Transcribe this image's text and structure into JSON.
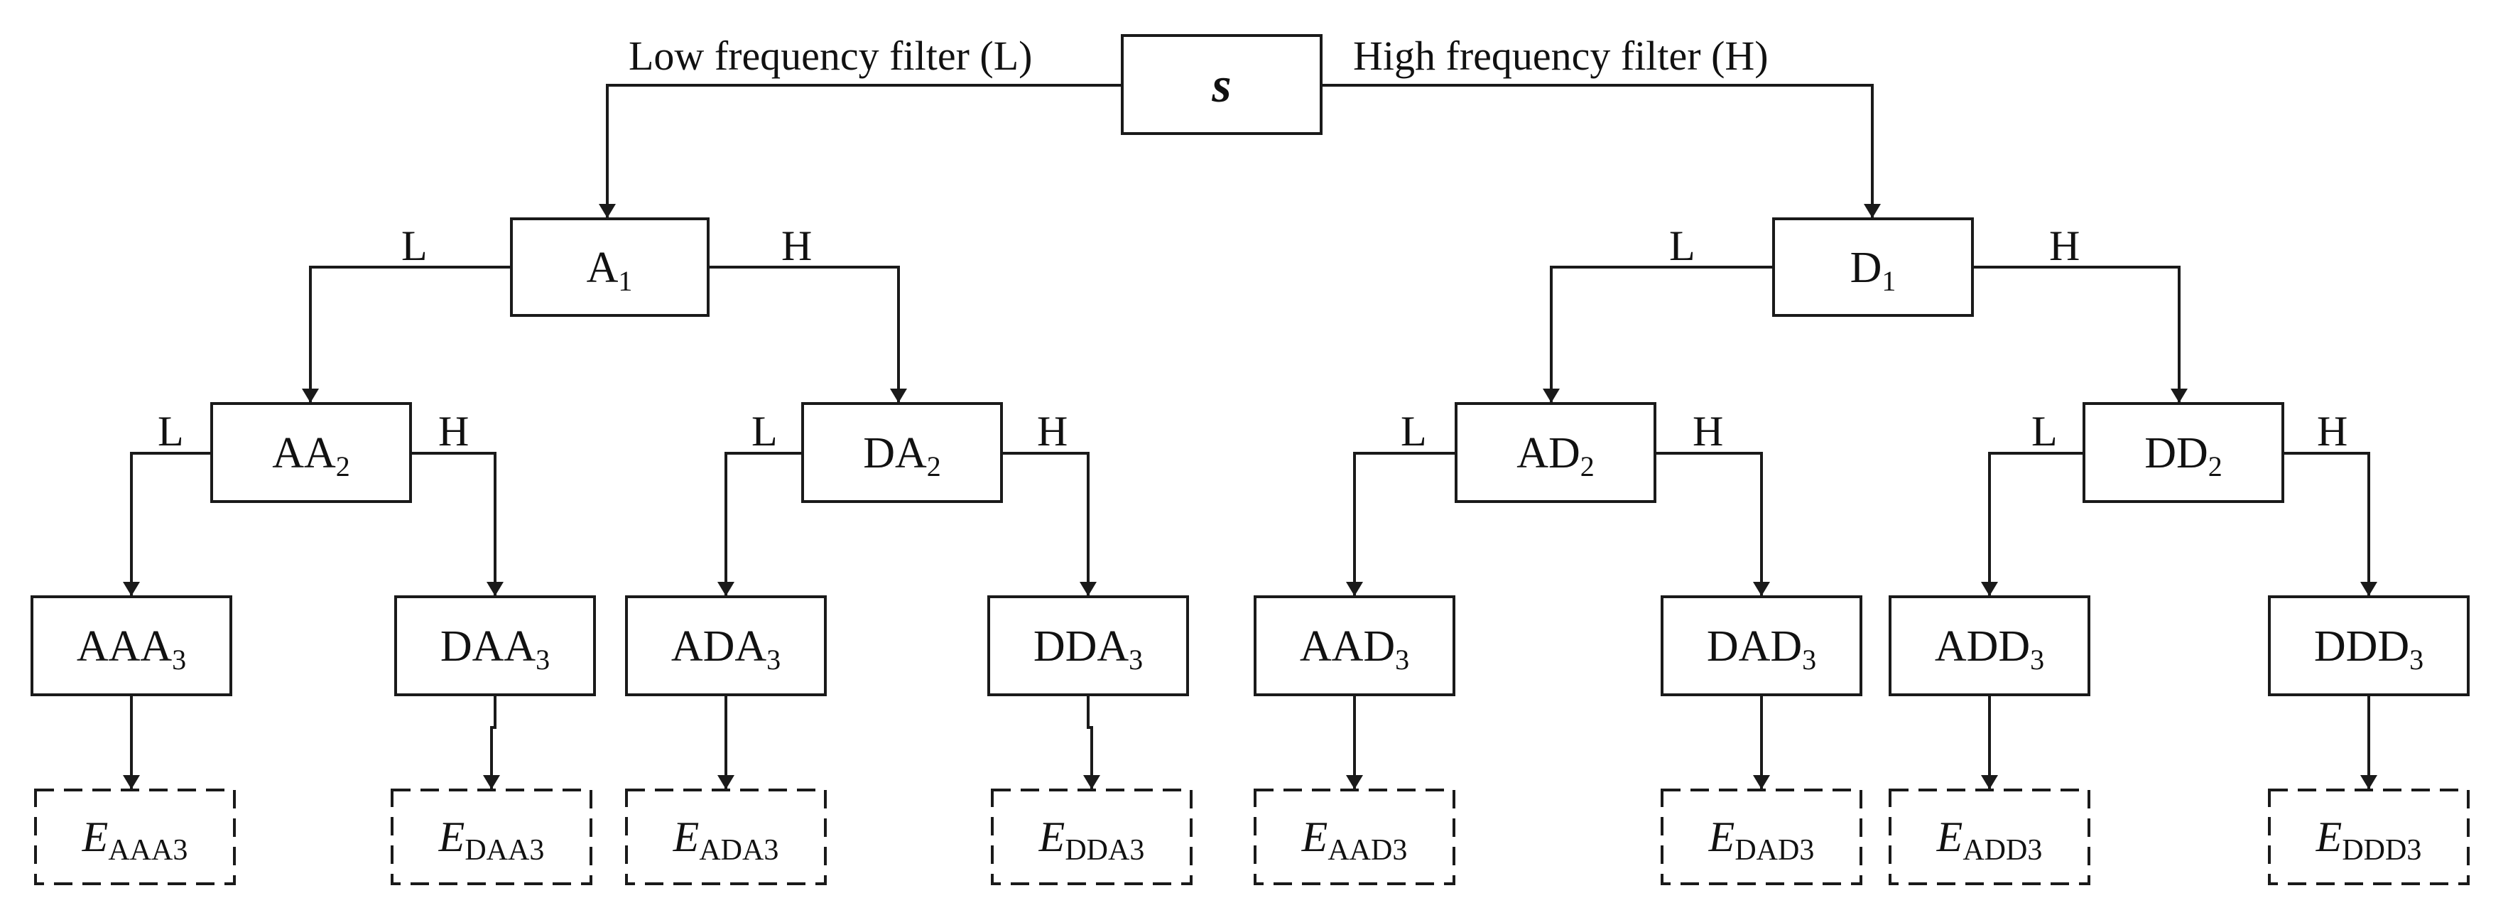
{
  "labels": {
    "root_left": "Low frequency filter (L)",
    "root_right": "High frequency filter (H)",
    "low": "L",
    "high": "H"
  },
  "nodes": {
    "root": {
      "text": "s"
    },
    "A1": {
      "base": "A",
      "sub": "1"
    },
    "D1": {
      "base": "D",
      "sub": "1"
    },
    "AA2": {
      "base": "AA",
      "sub": "2"
    },
    "DA2": {
      "base": "DA",
      "sub": "2"
    },
    "AD2": {
      "base": "AD",
      "sub": "2"
    },
    "DD2": {
      "base": "DD",
      "sub": "2"
    },
    "AAA3": {
      "base": "AAA",
      "sub": "3"
    },
    "DAA3": {
      "base": "DAA",
      "sub": "3"
    },
    "ADA3": {
      "base": "ADA",
      "sub": "3"
    },
    "DDA3": {
      "base": "DDA",
      "sub": "3"
    },
    "AAD3": {
      "base": "AAD",
      "sub": "3"
    },
    "DAD3": {
      "base": "DAD",
      "sub": "3"
    },
    "ADD3": {
      "base": "ADD",
      "sub": "3"
    },
    "DDD3": {
      "base": "DDD",
      "sub": "3"
    }
  },
  "energy": {
    "AAA3": {
      "base": "E",
      "sub": "AAA3"
    },
    "DAA3": {
      "base": "E",
      "sub": "DAA3"
    },
    "ADA3": {
      "base": "E",
      "sub": "ADA3"
    },
    "DDA3": {
      "base": "E",
      "sub": "DDA3"
    },
    "AAD3": {
      "base": "E",
      "sub": "AAD3"
    },
    "DAD3": {
      "base": "E",
      "sub": "DAD3"
    },
    "ADD3": {
      "base": "E",
      "sub": "ADD3"
    },
    "DDD3": {
      "base": "E",
      "sub": "DDD3"
    }
  },
  "colors": {
    "stroke": "#1a1a1a",
    "text": "#111111",
    "background": "#ffffff"
  }
}
